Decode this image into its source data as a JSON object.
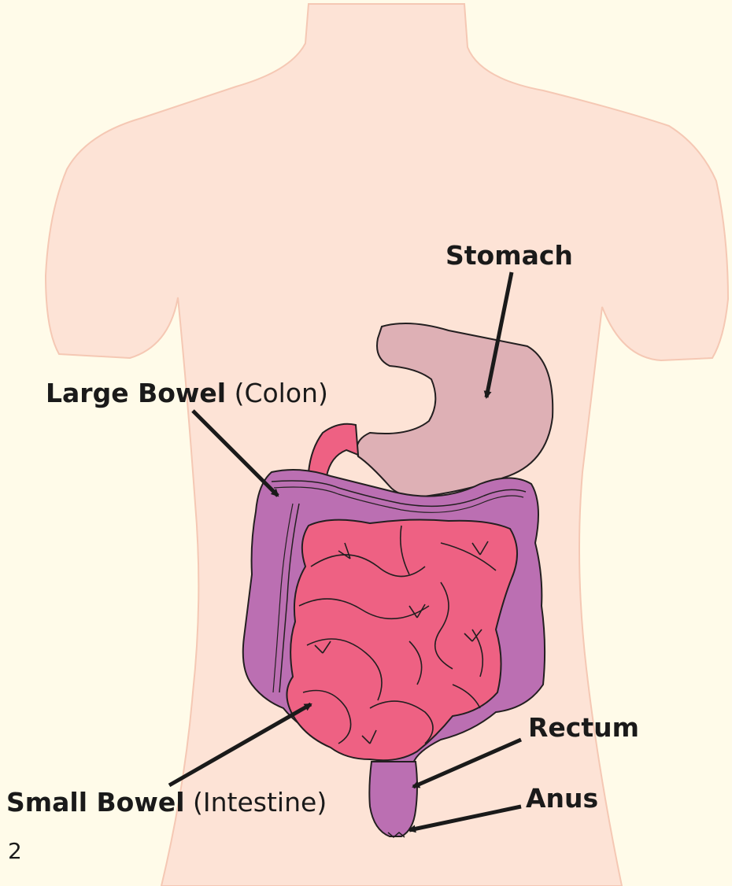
{
  "labels": {
    "stomach": "Stomach",
    "large_bowel_bold": "Large Bowel",
    "large_bowel_sub": " (Colon)",
    "small_bowel_bold": "Small Bowel",
    "small_bowel_sub": " (Intestine)",
    "rectum": "Rectum",
    "anus": "Anus"
  },
  "page_number": "2",
  "colors": {
    "background": "#fffbe9",
    "body": "#fde3d6",
    "body_outline": "#f5c8b4",
    "stomach": "#deb0b5",
    "large_bowel": "#bb6fb2",
    "small_bowel": "#ee6183",
    "outline": "#231f20"
  }
}
